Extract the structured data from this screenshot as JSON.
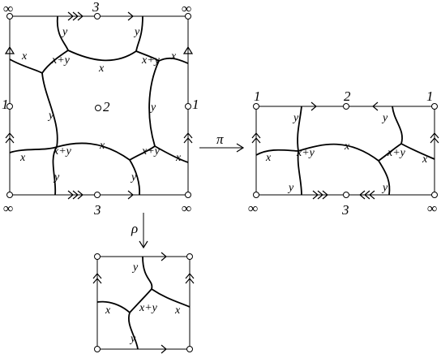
{
  "labels": {
    "infinity": "∞",
    "one": "1",
    "two": "2",
    "three": "3",
    "x": "x",
    "y": "y",
    "x_plus_y": "x+y",
    "pi": "π",
    "rho": "ρ"
  }
}
